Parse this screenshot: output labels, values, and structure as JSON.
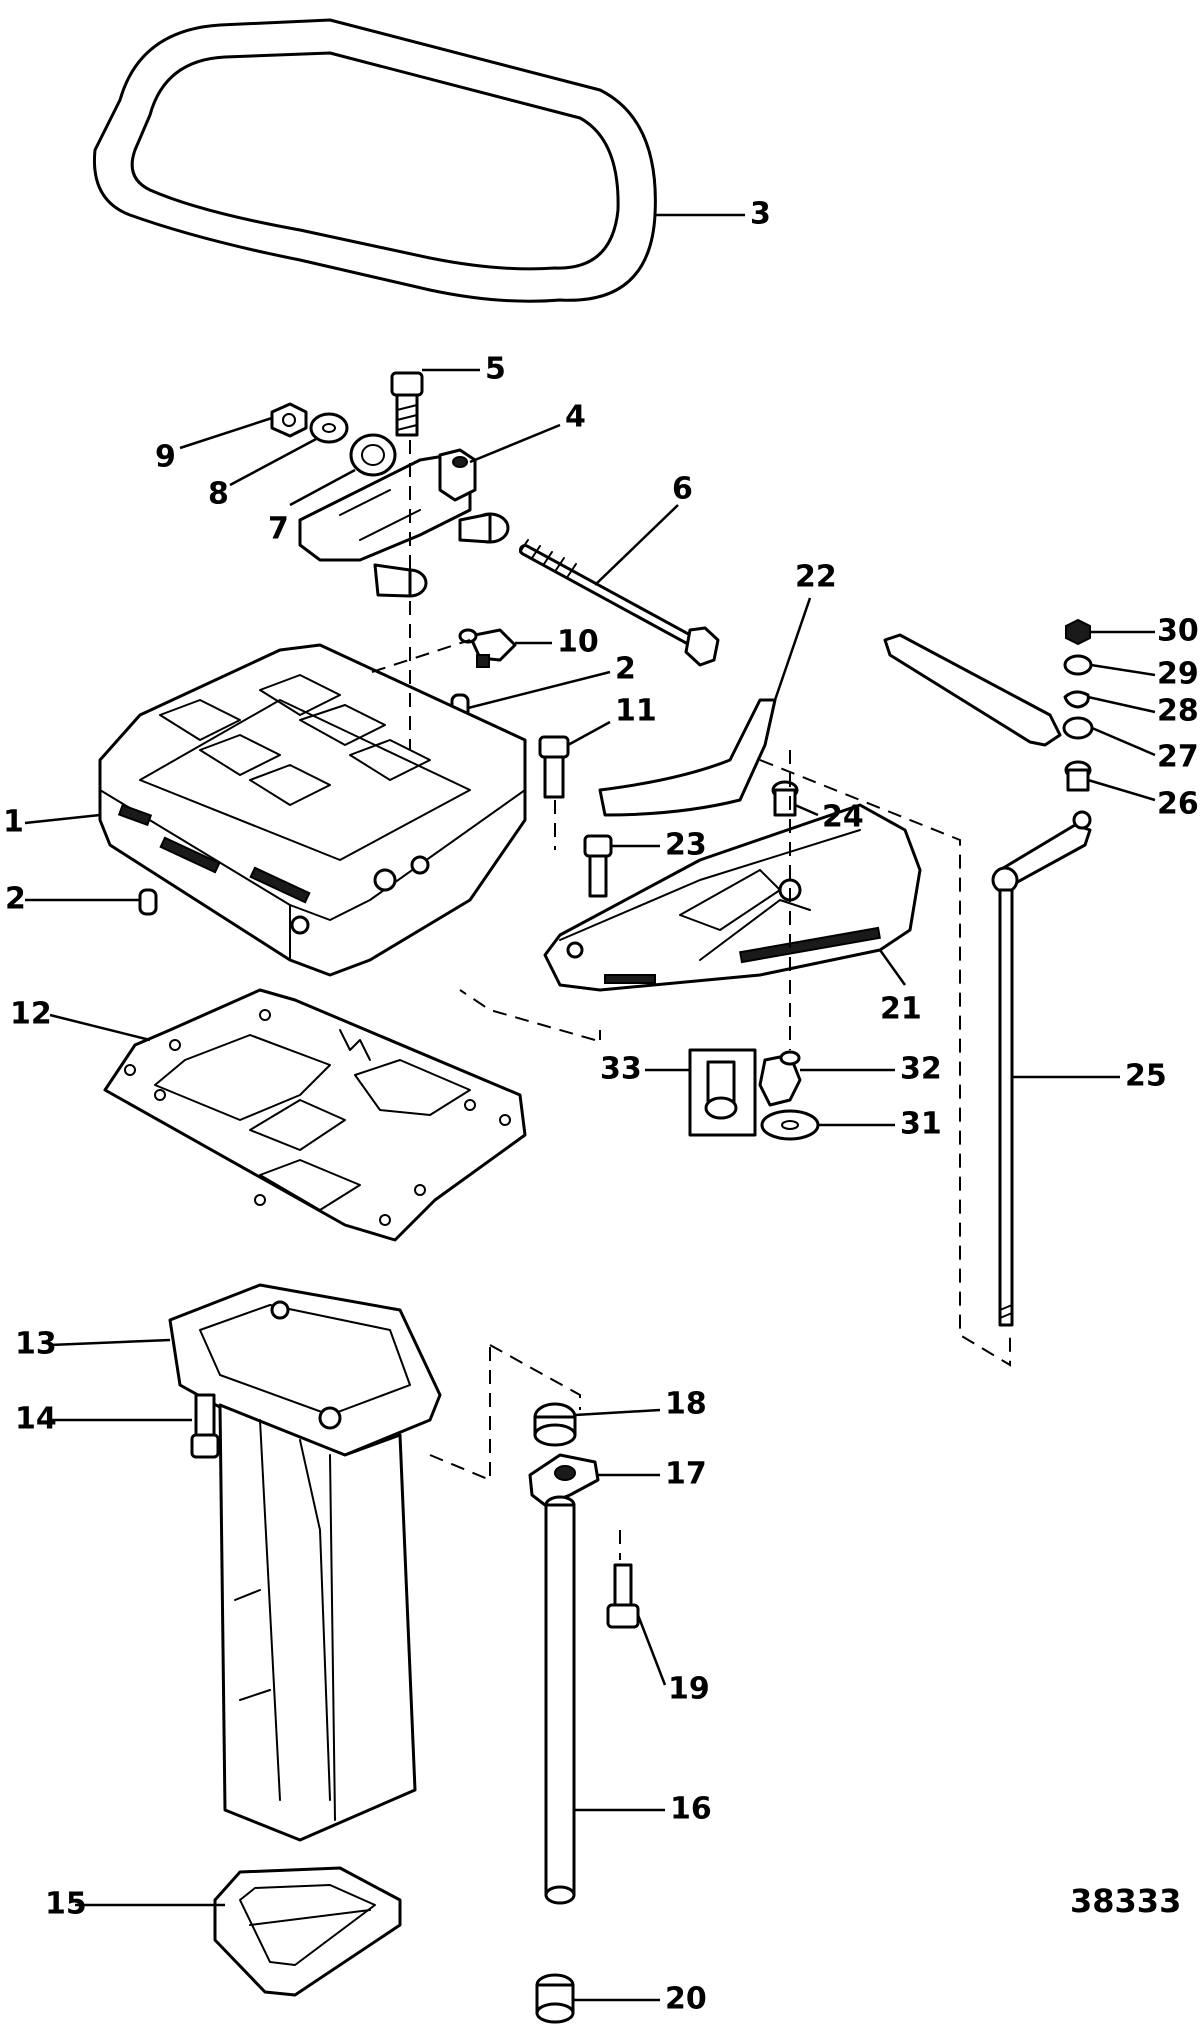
{
  "diagram": {
    "reference_number": "38333",
    "callouts": [
      {
        "id": "1",
        "label": "1"
      },
      {
        "id": "2a",
        "label": "2"
      },
      {
        "id": "2b",
        "label": "2"
      },
      {
        "id": "3",
        "label": "3"
      },
      {
        "id": "4",
        "label": "4"
      },
      {
        "id": "5",
        "label": "5"
      },
      {
        "id": "6",
        "label": "6"
      },
      {
        "id": "7",
        "label": "7"
      },
      {
        "id": "8",
        "label": "8"
      },
      {
        "id": "9",
        "label": "9"
      },
      {
        "id": "10",
        "label": "10"
      },
      {
        "id": "11",
        "label": "11"
      },
      {
        "id": "12",
        "label": "12"
      },
      {
        "id": "13",
        "label": "13"
      },
      {
        "id": "14",
        "label": "14"
      },
      {
        "id": "15",
        "label": "15"
      },
      {
        "id": "16",
        "label": "16"
      },
      {
        "id": "17",
        "label": "17"
      },
      {
        "id": "18",
        "label": "18"
      },
      {
        "id": "19",
        "label": "19"
      },
      {
        "id": "20",
        "label": "20"
      },
      {
        "id": "21",
        "label": "21"
      },
      {
        "id": "22",
        "label": "22"
      },
      {
        "id": "23",
        "label": "23"
      },
      {
        "id": "24",
        "label": "24"
      },
      {
        "id": "25",
        "label": "25"
      },
      {
        "id": "26",
        "label": "26"
      },
      {
        "id": "27",
        "label": "27"
      },
      {
        "id": "28",
        "label": "28"
      },
      {
        "id": "29",
        "label": "29"
      },
      {
        "id": "30",
        "label": "30"
      },
      {
        "id": "31",
        "label": "31"
      },
      {
        "id": "32",
        "label": "32"
      },
      {
        "id": "33",
        "label": "33"
      }
    ]
  }
}
